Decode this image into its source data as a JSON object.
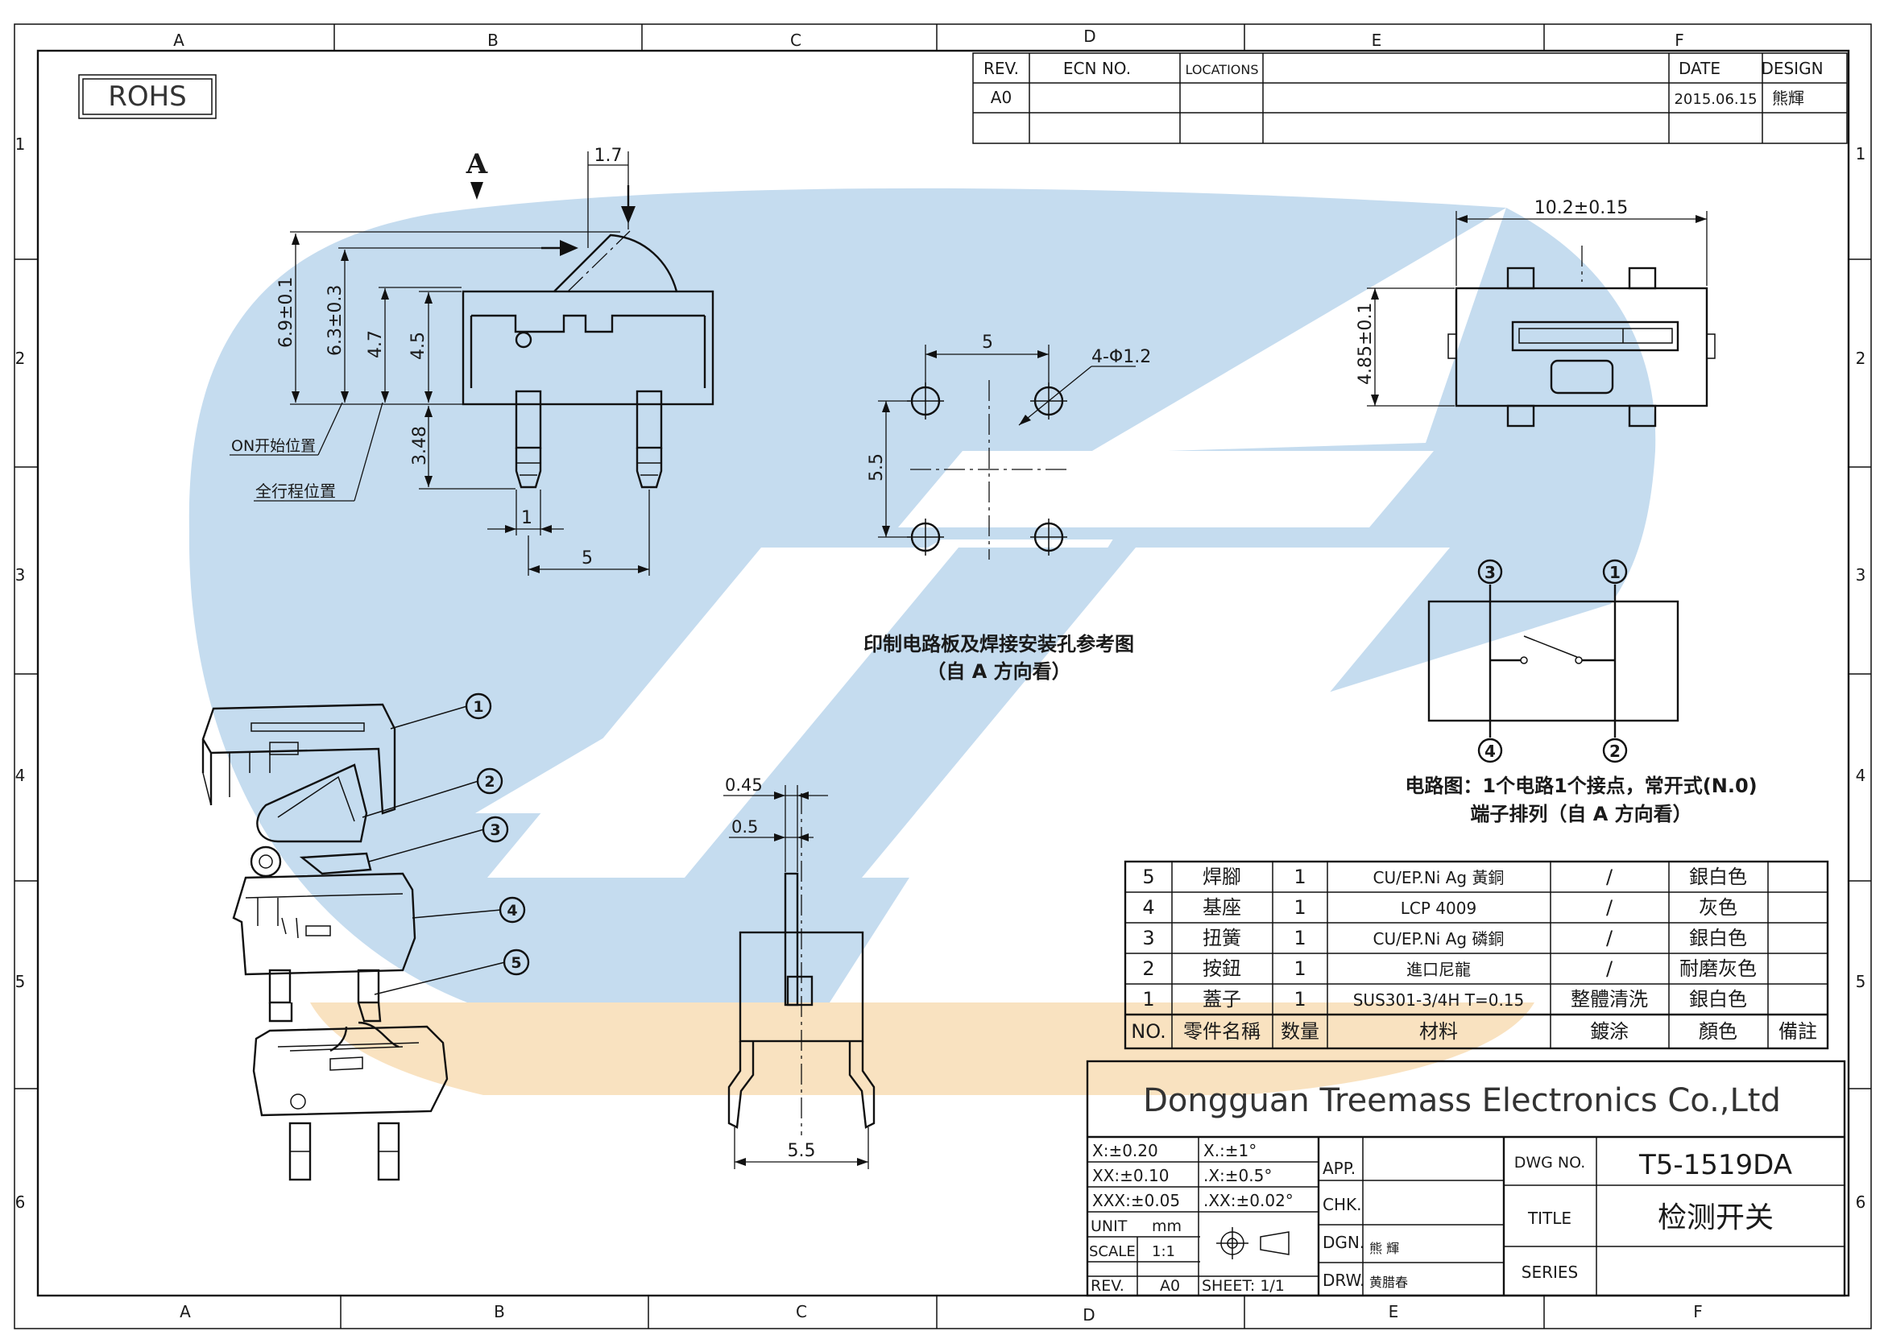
{
  "border": {
    "top_columns": [
      "A",
      "B",
      "C",
      "D",
      "E",
      "F"
    ],
    "bottom_columns": [
      "A",
      "B",
      "C",
      "D",
      "E",
      "F"
    ],
    "left_rows": [
      "1",
      "2",
      "3",
      "4",
      "5",
      "6"
    ],
    "right_rows": [
      "1",
      "2",
      "3",
      "4",
      "5",
      "6"
    ]
  },
  "rohs": "ROHS",
  "revision": {
    "headers": [
      "REV.",
      "ECN NO.",
      "LOCATIONS",
      "",
      "DATE",
      "DESIGN"
    ],
    "rows": [
      [
        "A0",
        "",
        "",
        "",
        "2015.06.15",
        "熊輝"
      ]
    ]
  },
  "view_marker": "A",
  "dims": {
    "top_offset": "1.7",
    "h1": "6.9±0.1",
    "h2": "6.3±0.3",
    "h3": "4.7",
    "h4": "4.5",
    "pin_len": "3.48",
    "pin_w": "1",
    "pitch_side": "5",
    "on_pos": "ON开始位置",
    "full_pos": "全行程位置",
    "pcb_w": "5",
    "pcb_h": "5.5",
    "hole": "4-Φ1.2",
    "top_w": "10.2±0.15",
    "top_h": "4.85±0.1",
    "end_t1": "0.45",
    "end_t2": "0.5",
    "end_w": "5.5"
  },
  "pcb_caption": [
    "印制电路板及焊接安装孔参考图",
    "（自 A 方向看）"
  ],
  "circuit": {
    "pins": [
      "3",
      "1",
      "4",
      "2"
    ],
    "caption": [
      "电路图：1个电路1个接点，常开式(N.0)",
      "端子排列（自 A 方向看）"
    ]
  },
  "balloons": [
    "1",
    "2",
    "3",
    "4",
    "5"
  ],
  "bom": {
    "rows": [
      [
        "5",
        "焊腳",
        "1",
        "CU/EP.Ni Ag  黃銅",
        "/",
        "銀白色",
        ""
      ],
      [
        "4",
        "基座",
        "1",
        "LCP  4009",
        "/",
        "灰色",
        ""
      ],
      [
        "3",
        "扭簧",
        "1",
        "CU/EP.Ni Ag  磷銅",
        "/",
        "銀白色",
        ""
      ],
      [
        "2",
        "按鈕",
        "1",
        "進口尼龍",
        "/",
        "耐磨灰色",
        ""
      ],
      [
        "1",
        "蓋子",
        "1",
        "SUS301-3/4H T=0.15",
        "整體清洗",
        "銀白色",
        ""
      ]
    ],
    "header": [
      "NO.",
      "零件名稱",
      "数量",
      "材料",
      "鍍涂",
      "顏色",
      "備註"
    ]
  },
  "title_block": {
    "company": "Dongguan Treemass Electronics Co.,Ltd",
    "tolerances": [
      [
        "X:±0.20",
        "X.:±1°"
      ],
      [
        "XX:±0.10",
        ".X:±0.5°"
      ],
      [
        "XXX:±0.05",
        ".XX:±0.02°"
      ]
    ],
    "unit_label": "UNIT",
    "unit_value": "mm",
    "scale_label": "SCALE",
    "scale_value": "1:1",
    "rev_label": "REV.",
    "rev_value": "A0",
    "sheet": "SHEET: 1/1",
    "app": "APP.",
    "chk": "CHK.",
    "dgn": "DGN.",
    "dgn_name": "熊 輝",
    "drw": "DRW.",
    "drw_name": "黄腊春",
    "dwg_no_label": "DWG NO.",
    "dwg_no": "T5-1519DA",
    "title_label": "TITLE",
    "title": "检测开关",
    "series_label": "SERIES"
  },
  "colors": {
    "watermark_blue": "#c5dcef",
    "watermark_orange": "#f9e2c0",
    "line": "#111111"
  }
}
